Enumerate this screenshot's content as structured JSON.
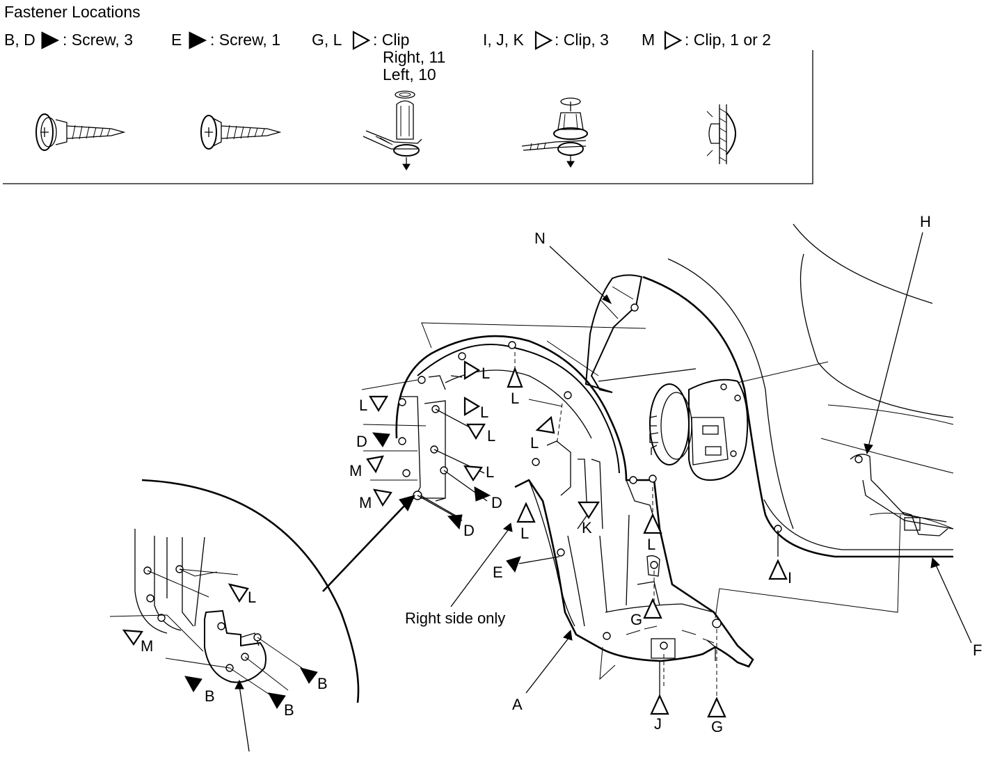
{
  "header": {
    "title": "Fastener Locations",
    "items": [
      {
        "letters": "B, D",
        "kind": "filled",
        "text": ": Screw, 3"
      },
      {
        "letters": "E",
        "kind": "filled",
        "text": ": Screw, 1"
      },
      {
        "letters": "G, L",
        "kind": "outline",
        "text": ": Clip",
        "extra": [
          "Right, 11",
          "Left, 10"
        ]
      },
      {
        "letters": "I, J, K",
        "kind": "outline",
        "text": ": Clip, 3"
      },
      {
        "letters": "M",
        "kind": "outline",
        "text": ": Clip, 1 or 2"
      }
    ]
  },
  "callouts": {
    "A": "A",
    "B": "B",
    "D": "D",
    "E": "E",
    "F": "F",
    "G": "G",
    "H": "H",
    "I": "I",
    "J": "J",
    "K": "K",
    "L": "L",
    "M": "M",
    "N": "N"
  },
  "notes": {
    "right_side_only": "Right side only"
  },
  "icons": {
    "filled_marker": "filled-triangle-icon",
    "outline_marker": "outline-triangle-icon"
  }
}
